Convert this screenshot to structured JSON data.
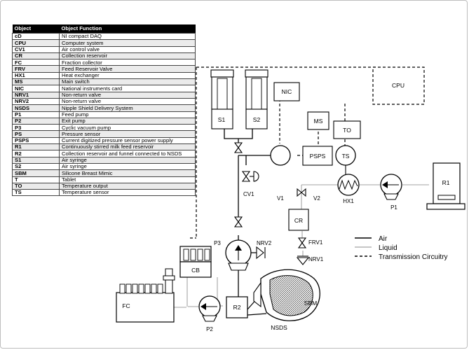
{
  "table": {
    "headers": [
      "Object",
      "Object Function"
    ],
    "rows": [
      [
        "cD",
        "NI compact DAQ"
      ],
      [
        "CPU",
        "Computer system"
      ],
      [
        "CV1",
        "Air control valve"
      ],
      [
        "CR",
        "Collection reservoir"
      ],
      [
        "FC",
        "Fraction collector"
      ],
      [
        "FRV",
        "Feed Reservoir Valve"
      ],
      [
        "HX1",
        "Heat exchanger"
      ],
      [
        "MS",
        "Main switch"
      ],
      [
        "NIC",
        "National instruments card"
      ],
      [
        "NRV1",
        "Non-return valve"
      ],
      [
        "NRV2",
        "Non-return valve"
      ],
      [
        "NSDS",
        "Nipple Shield Delivery System"
      ],
      [
        "P1",
        "Feed pump"
      ],
      [
        "P2",
        "Exit pump"
      ],
      [
        "P3",
        "Cyclic vacuum pump"
      ],
      [
        "PS",
        "Pressure sensor"
      ],
      [
        "PSPS",
        "Current digitized pressure sensor power supply"
      ],
      [
        "R1",
        "Continuously stirred milk feed reservoir"
      ],
      [
        "R2",
        "Collection reservoir and funnel connected to NSDS"
      ],
      [
        "S1",
        "Air syringe"
      ],
      [
        "S2",
        "Air syringe"
      ],
      [
        "SBM",
        "Silicone Breast Mimic"
      ],
      [
        "T",
        "Tablet"
      ],
      [
        "TO",
        "Temperature output"
      ],
      [
        "TS",
        "Temperature sensor"
      ]
    ]
  },
  "labels": {
    "cpu": "CPU",
    "nic": "NIC",
    "ms": "MS",
    "to": "TO",
    "ts": "TS",
    "psps": "PSPS",
    "s1": "S1",
    "s2": "S2",
    "cv1": "CV1",
    "hx1": "HX1",
    "p1": "P1",
    "r1": "R1",
    "v1": "V1",
    "v2": "V2",
    "cr": "CR",
    "frv1": "FRV1",
    "nrv1": "NRV1",
    "nrv2": "NRV2",
    "p3": "P3",
    "cb": "CB",
    "fc": "FC",
    "p2": "P2",
    "r2": "R2",
    "sbm": "SBM",
    "nsds": "NSDS"
  },
  "key": {
    "air": "Air",
    "liquid": "Liquid",
    "transmission": "Transmission Circuitry"
  },
  "colors": {
    "air_line": "#000000",
    "liquid_line": "#b3b3b3",
    "table_header_bg": "#000000",
    "table_alt_row": "#ebebeb"
  }
}
